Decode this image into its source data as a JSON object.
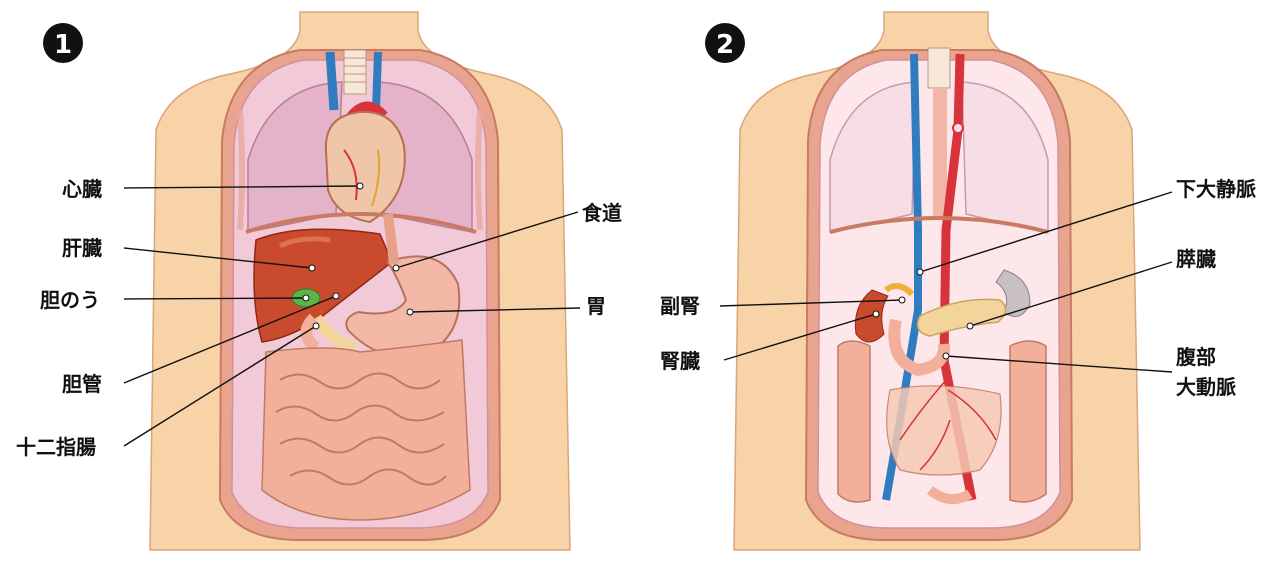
{
  "panels": [
    {
      "number": "1",
      "labels": {
        "heart": "心臓",
        "liver": "肝臓",
        "gallbladder": "胆のう",
        "bile_duct": "胆管",
        "duodenum": "十二指腸",
        "esophagus": "食道",
        "stomach": "胃"
      }
    },
    {
      "number": "2",
      "labels": {
        "ivc": "下大静脈",
        "pancreas": "膵臓",
        "adrenal": "副腎",
        "kidney": "腎臓",
        "aorta_line1": "腹部",
        "aorta_line2": "大動脈"
      }
    }
  ],
  "colors": {
    "skin": "#f9d3a8",
    "skin_outline": "#d9a57a",
    "lung": "#e9bfd0",
    "liver": "#c94a2c",
    "stomach": "#f4b9a6",
    "intestine": "#f2b09a",
    "vein": "#2f7dc0",
    "artery": "#d8323a",
    "gallbladder": "#5bb34a",
    "pancreas": "#f3d59b",
    "heart": "#f0c6a8"
  }
}
